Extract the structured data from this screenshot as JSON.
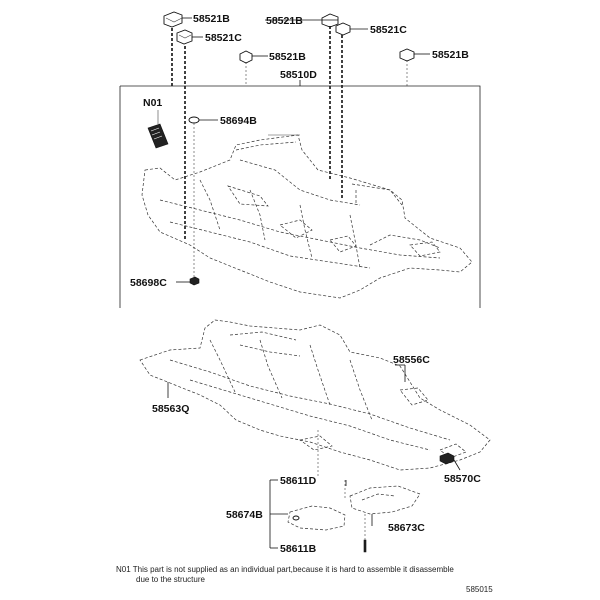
{
  "labels": {
    "c1": "58521B",
    "c2": "58521C",
    "c3": "58521B",
    "c4": "58521C",
    "c5": "58521B",
    "c6": "58521B",
    "mat": "58510D",
    "n01": "N01",
    "p694": "58694B",
    "p698": "58698C",
    "p556": "58556C",
    "p563": "58563Q",
    "p570": "58570C",
    "p611d": "58611D",
    "p674": "58674B",
    "p673": "58673C",
    "p611b": "58611B"
  },
  "note": {
    "line1": "N01    This part is not supplied as an individual part,because it is hard to assemble it disassemble",
    "line2": "due to the structure"
  },
  "ref": "585015"
}
